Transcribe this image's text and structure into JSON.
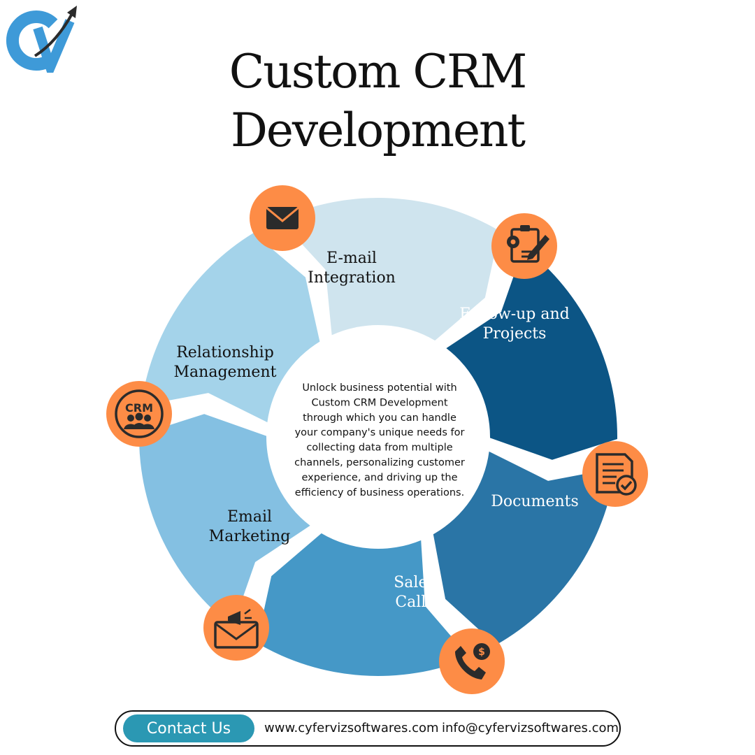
{
  "title": {
    "line1": "Custom CRM",
    "line2": "Development"
  },
  "center_text": [
    "Unlock business potential with",
    "Custom CRM Development",
    "through which you can handle",
    "your company's unique needs for",
    "collecting data from multiple",
    "channels, personalizing customer",
    "experience, and driving up the",
    "efficiency of business operations."
  ],
  "segments": [
    {
      "id": "email-integration",
      "lines": [
        "E-mail",
        "Integration"
      ],
      "color": "#cfe4ee",
      "text_color": "#111111",
      "icon": "envelope-icon"
    },
    {
      "id": "follow-up-projects",
      "lines": [
        "Follow-up and",
        "Projects"
      ],
      "color": "#0c5585",
      "text_color": "#ffffff",
      "icon": "clipboard-gear-icon"
    },
    {
      "id": "documents",
      "lines": [
        "Documents"
      ],
      "color": "#2a75a6",
      "text_color": "#ffffff",
      "icon": "document-check-icon"
    },
    {
      "id": "sales-calls",
      "lines": [
        "Sales",
        "Calls"
      ],
      "color": "#4598c7",
      "text_color": "#ffffff",
      "icon": "phone-dollar-icon"
    },
    {
      "id": "email-marketing",
      "lines": [
        "Email",
        "Marketing"
      ],
      "color": "#84c0e2",
      "text_color": "#111111",
      "icon": "megaphone-envelope-icon"
    },
    {
      "id": "relationship-management",
      "lines": [
        "Relationship",
        "Management"
      ],
      "color": "#a4d3ea",
      "text_color": "#111111",
      "icon": "crm-people-icon"
    }
  ],
  "crm_icon_text": "CRM",
  "colors": {
    "icon_circle": "#fd8c46",
    "icon_stroke": "#2b2b2b",
    "logo_blue": "#3e9ad8",
    "button": "#2b98b3"
  },
  "footer": {
    "button_label": "Contact Us",
    "website": "www.cyfervizsoftwares.com",
    "email": "info@cyfervizsoftwares.com"
  }
}
